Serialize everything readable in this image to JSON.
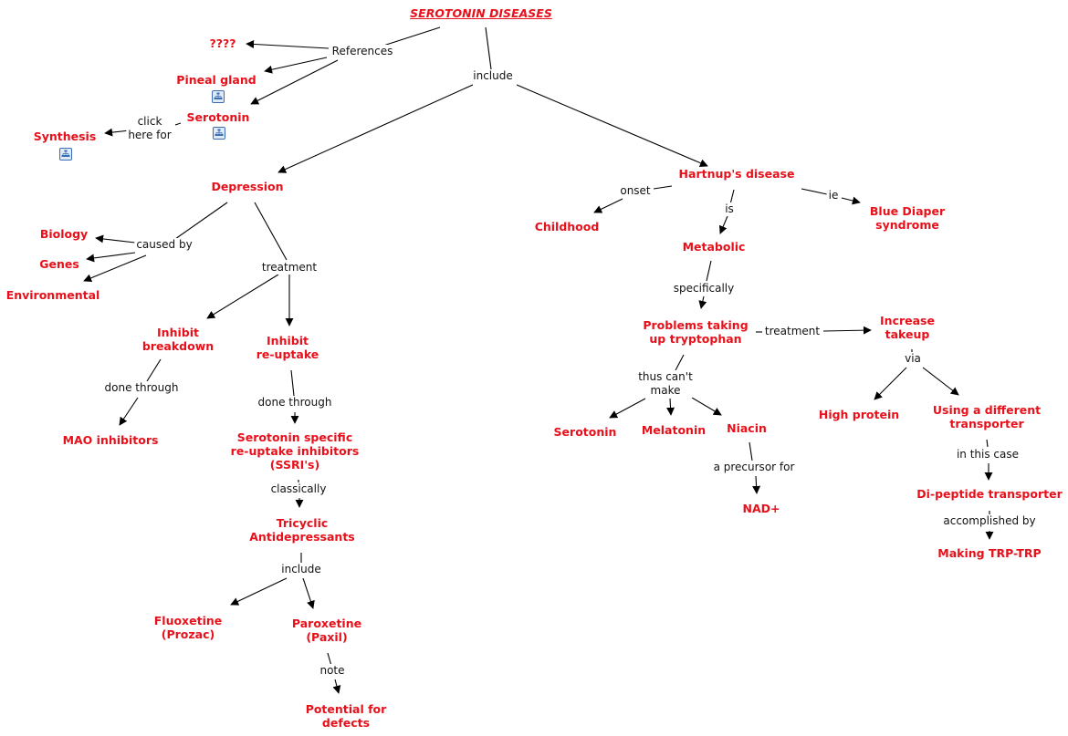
{
  "title": "SEROTONIN DISEASES",
  "colors": {
    "concept": "#e8101a",
    "link": "#111111",
    "line": "#000000",
    "icon_border": "#3a6db5"
  },
  "concepts": {
    "unknown": "????",
    "pineal_gland": "Pineal gland",
    "serotonin_ref": "Serotonin",
    "synthesis": "Synthesis",
    "depression": "Depression",
    "biology": "Biology",
    "genes": "Genes",
    "environmental": "Environmental",
    "inhibit_breakdown": [
      "Inhibit",
      "breakdown"
    ],
    "inhibit_reuptake": [
      "Inhibit",
      "re-uptake"
    ],
    "mao_inhibitors": "MAO inhibitors",
    "ssri": [
      "Serotonin specific",
      "re-uptake inhibitors",
      "(SSRI's)"
    ],
    "tricyclic": [
      "Tricyclic",
      "Antidepressants"
    ],
    "fluoxetine": [
      "Fluoxetine",
      "(Prozac)"
    ],
    "paroxetine": [
      "Paroxetine",
      "(Paxil)"
    ],
    "potential_defects": [
      "Potential for",
      "defects"
    ],
    "hartnups": "Hartnup's disease",
    "childhood": "Childhood",
    "metabolic": "Metabolic",
    "blue_diaper": [
      "Blue Diaper",
      "syndrome"
    ],
    "problems_tryptophan": [
      "Problems taking",
      "up tryptophan"
    ],
    "increase_takeup": [
      "Increase",
      "takeup"
    ],
    "serotonin": "Serotonin",
    "melatonin": "Melatonin",
    "niacin": "Niacin",
    "nad": "NAD+",
    "high_protein": "High protein",
    "different_transporter": [
      "Using a different",
      "transporter"
    ],
    "dipeptide": "Di-peptide transporter",
    "trp_trp": "Making TRP-TRP"
  },
  "links": {
    "references": "References",
    "include_top": "include",
    "click_here_for": [
      "click",
      "here for"
    ],
    "caused_by": "caused by",
    "treatment_dep": "treatment",
    "done_through_1": "done through",
    "done_through_2": "done through",
    "classically": "classically",
    "include_tca": "include",
    "note": "note",
    "onset": "onset",
    "is": "is",
    "ie": "ie",
    "specifically": "specifically",
    "treatment_h": "treatment",
    "thus_cant_make": [
      "thus can't",
      "make"
    ],
    "a_precursor_for": "a precursor for",
    "via": "via",
    "in_this_case": "in this case",
    "accomplished_by": "accomplished by"
  },
  "submap_icons": [
    "pineal_gland",
    "serotonin_ref",
    "synthesis"
  ]
}
